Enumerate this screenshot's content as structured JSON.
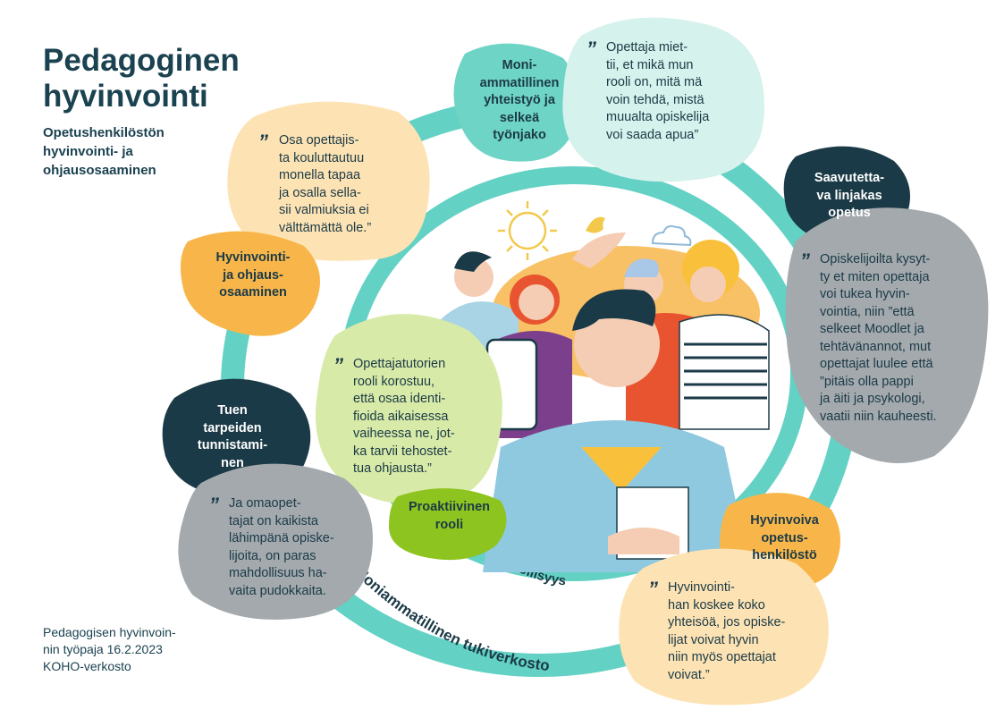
{
  "title": "Pedagoginen\nhyvinvointi",
  "subtitle": "Opetushenkilöstön hyvinvointi- ja ohjausosaaminen",
  "footer": "Pedagogisen hyvinvoin-\nnin työpaja 16.2.2023\nKOHO-verkosto",
  "rings": {
    "outer_label": "Moniammatillinen tukiverkosto",
    "inner_label": "Yhteisöllisyys"
  },
  "themes": {
    "moniammatillinen": "Moni-\nammatillinen\nyhteistyö ja\nselkeä\ntyönjako",
    "saavutettava": "Saavutetta-\nva linjakas\nopetus",
    "hyvinvointi_ohjaus": "Hyvinvointi-\nja ohjaus-\nosaaminen",
    "tuen_tarpeet": "Tuen\ntarpeiden\ntunnistami-\nnen",
    "proaktiivinen": "Proaktiivinen\nrooli",
    "hyvinvoiva": "Hyvinvoiva\nopetus-\nhenkilöstö"
  },
  "quotes": {
    "q1": "Opettaja miet-\ntii, et mikä mun\nrooli on, mitä mä\nvoin tehdä, mistä\nmuualta opiskelija\nvoi saada apua”",
    "q2": "Osa opettajis-\nta kouluttautuu\nmonella tapaa\nja osalla sella-\nsii valmiuksia ei\nvälttämättä ole.”",
    "q3": "Opiskelijoilta kysyt-\nty et miten opettaja\nvoi tukea hyvin-\nvointia, niin ”että\nselkeet Moodlet ja\ntehtävänannot, mut\nopettajat luulee että\n”pitäis olla pappi\nja äiti ja psykologi,\nvaatii niin kauheesti.",
    "q4": "Opettajatutorien\nrooli korostuu,\nettä osaa identi-\nfioida aikaisessa\nvaiheessa ne, jot-\nka tarvii tehostet-\ntua ohjausta.”",
    "q5": "Ja omaopet-\ntajat on kaikista\nlähimpänä opiske-\nlijoita, on paras\nmahdollisuus ha-\nvaita pudokkaita.",
    "q6": "Hyvinvointi-\nhan koskee koko\nyhteisöä, jos opiske-\nlijat voivat hyvin\nniin myös opettajat\nvoivat.”",
    "mark": "”"
  },
  "colors": {
    "teal_ring": "#63d1c4",
    "dark_navy": "#1b3a47",
    "mint": "#6ed4c5",
    "light_mint": "#d5f2ec",
    "peach": "#fde3b4",
    "orange": "#f8b64a",
    "grey": "#a3a9ad",
    "green": "#8ec41f",
    "light_green": "#d8eaa7"
  }
}
